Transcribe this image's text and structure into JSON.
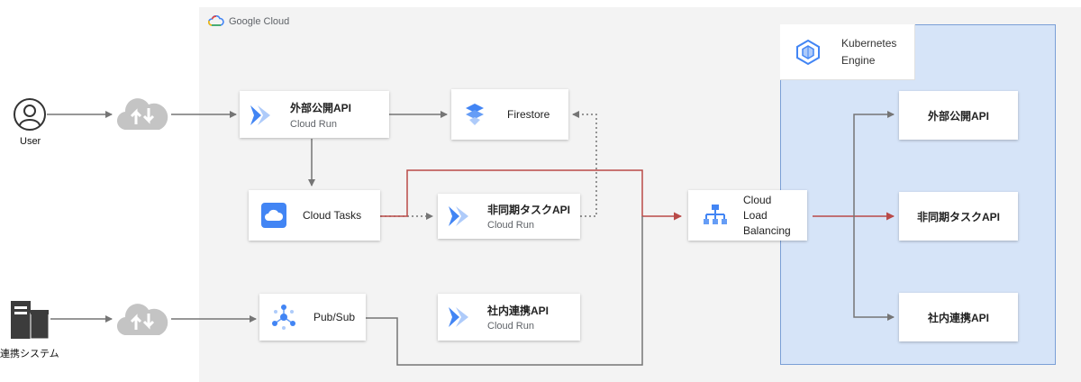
{
  "gcp": {
    "label": "Google Cloud"
  },
  "external": {
    "user": "User",
    "renkei_system": "連携システム"
  },
  "nodes": {
    "public_api": {
      "title": "外部公開API",
      "sub": "Cloud Run"
    },
    "firestore": {
      "title": "Firestore"
    },
    "cloud_tasks": {
      "title": "Cloud Tasks"
    },
    "async_api": {
      "title": "非同期タスクAPI",
      "sub": "Cloud Run"
    },
    "pubsub": {
      "title": "Pub/Sub"
    },
    "internal_api": {
      "title": "社内連携API",
      "sub": "Cloud Run"
    },
    "load_balancing": {
      "line1": "Cloud",
      "line2": "Load",
      "line3": "Balancing"
    }
  },
  "gke": {
    "title_line1": "Kubernetes",
    "title_line2": "Engine",
    "services": [
      "外部公開API",
      "非同期タスクAPI",
      "社内連携API"
    ]
  },
  "colors": {
    "gcp_background": "#f3f3f3",
    "gke_background": "#d6e4f8",
    "gke_border": "#7a9fd6",
    "arrow_gray": "#757575",
    "arrow_red": "#b94a48",
    "icon_blue": "#4285f4"
  }
}
